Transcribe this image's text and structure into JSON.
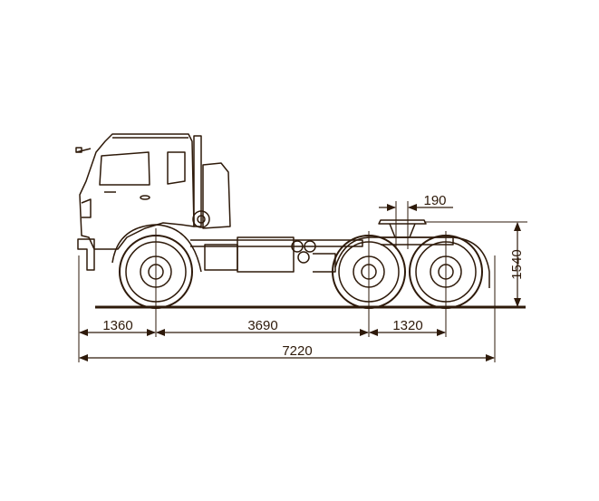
{
  "drawing": {
    "line_color": "#2e1a0a",
    "dimensions": {
      "front_overhang": "1360",
      "wheelbase": "3690",
      "rear_axle_spacing": "1320",
      "overall_length": "7220",
      "fifth_wheel_height": "1540",
      "fifth_wheel_offset": "190"
    }
  }
}
